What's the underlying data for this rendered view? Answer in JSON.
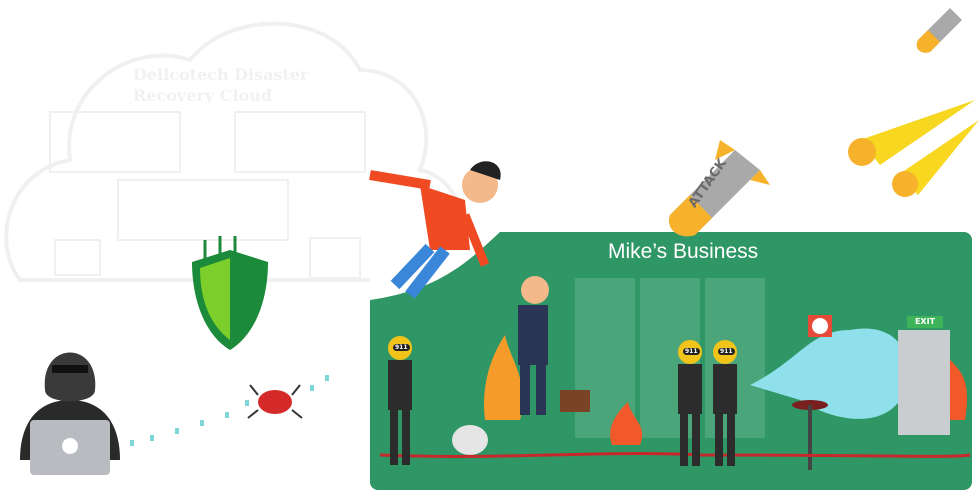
{
  "cloud": {
    "title_line1": "Dellcotech Disaster",
    "title_line2": "Recovery Cloud"
  },
  "business": {
    "title": "Mike’s  Business",
    "exit_label": "EXIT",
    "emergency_label": "911"
  },
  "bomb": {
    "label": "ATTACK"
  },
  "colors": {
    "panel": "#2f9665",
    "shield": "#7ccf2a",
    "fire": "#f1592a",
    "water": "#8fe0ea",
    "meteor_trail": "#f7d71f"
  }
}
